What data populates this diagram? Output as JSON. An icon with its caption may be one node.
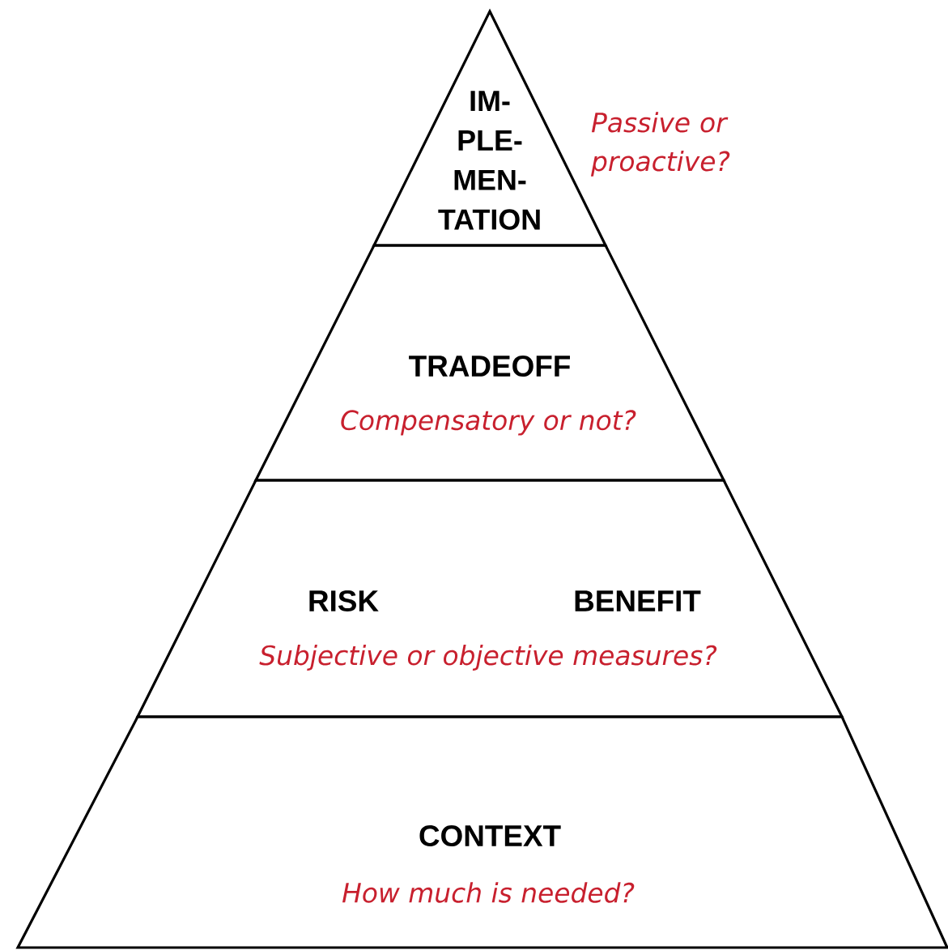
{
  "diagram": {
    "nodes": [
      {
        "text": [
          "IM- PLE- MEN- TATION"
        ],
        "beside": [
          "Passive or proactive?"
        ]
      },
      {
        "text": [
          "TRADEOFF",
          "Compensatory or not?"
        ]
      },
      {
        "text": [
          "RISK",
          "BENEFIT",
          "Subjective or objective measures?"
        ]
      },
      {
        "text": [
          "CONTEXT",
          "How much is needed?"
        ]
      }
    ]
  }
}
